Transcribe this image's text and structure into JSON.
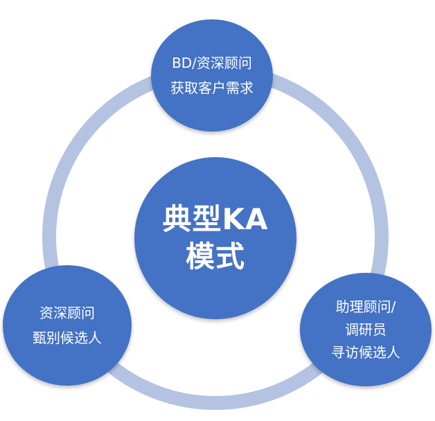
{
  "colors": {
    "ring": "#b4c3e1",
    "circle_fill": "#4472c4",
    "text": "#ffffff"
  },
  "center": {
    "line1": "典型KA",
    "line2": "模式"
  },
  "top_node": {
    "line1": "BD/资深顾问",
    "line2": "获取客户需求"
  },
  "left_node": {
    "line1": "资深顾问",
    "line2": "甄别候选人"
  },
  "right_node": {
    "line1": "助理顾问/",
    "line2": "调研员",
    "line3": "寻访候选人"
  }
}
